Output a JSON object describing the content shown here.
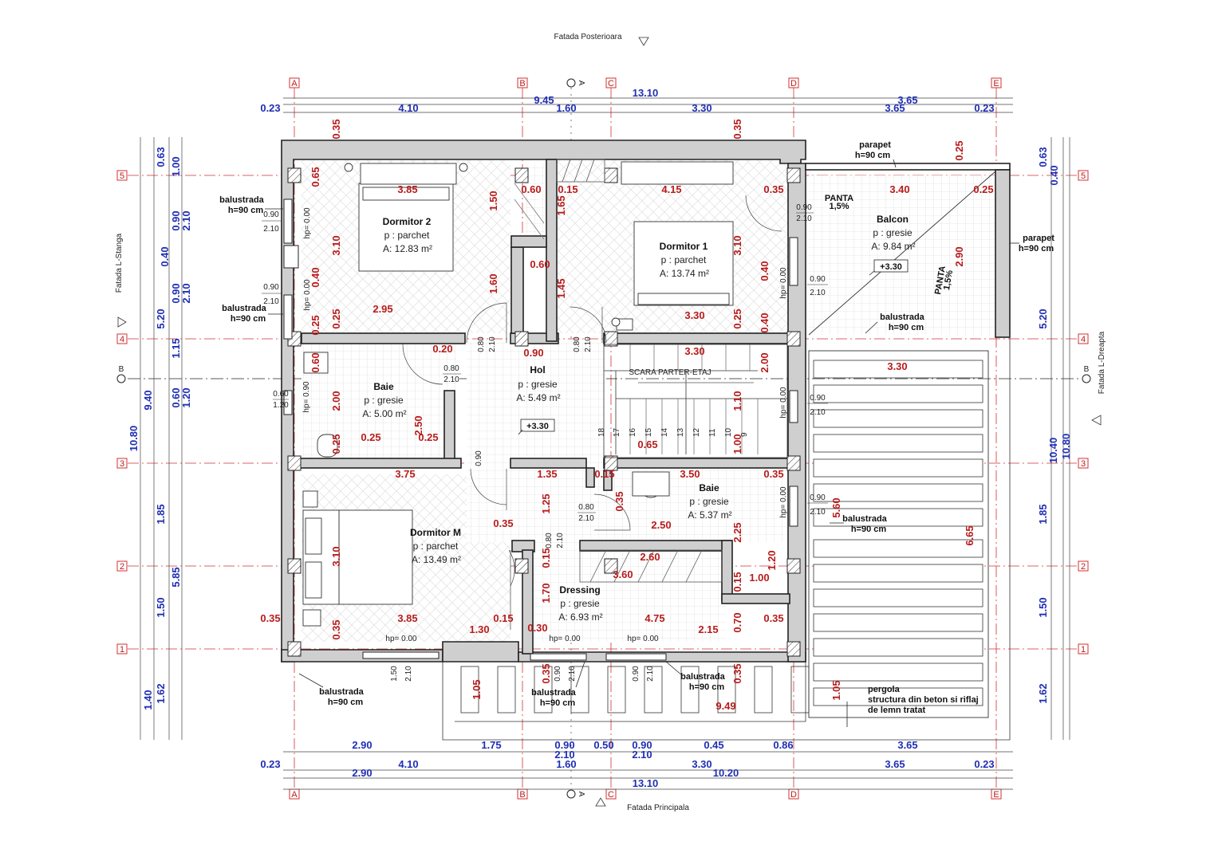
{
  "facades": {
    "rear": "Fatada Posterioara",
    "front": "Fatada Principala",
    "left": "Fatada L-Stanga",
    "right": "Fatada L-Dreapta"
  },
  "axes": {
    "vertical": [
      "A",
      "B",
      "C",
      "D",
      "E"
    ],
    "horizontal": [
      "5",
      "4",
      "3",
      "2",
      "1"
    ],
    "section_a": "A",
    "section_b": "B"
  },
  "rooms": [
    {
      "name": "Dormitor 2",
      "floor": "p : parchet",
      "area": "A: 12.83 m²"
    },
    {
      "name": "Dormitor 1",
      "floor": "p : parchet",
      "area": "A: 13.74 m²"
    },
    {
      "name": "Balcon",
      "floor": "p : gresie",
      "area": "A: 9.84 m²"
    },
    {
      "name": "Hol",
      "floor": "p : gresie",
      "area": "A: 5.49 m²"
    },
    {
      "name": "Baie",
      "floor": "p : gresie",
      "area": "A: 5.00 m²"
    },
    {
      "name": "Baie",
      "floor": "p : gresie",
      "area": "A: 5.37 m²"
    },
    {
      "name": "Dormitor M",
      "floor": "p : parchet",
      "area": "A: 13.49 m²"
    },
    {
      "name": "Dressing",
      "floor": "p : gresie",
      "area": "A: 6.93 m²"
    }
  ],
  "levels": {
    "upper": "+3.30",
    "hall": "+3.30"
  },
  "notes": {
    "parapet_label": "parapet",
    "parapet_height": "h=90 cm",
    "balustrada_label": "balustrada",
    "balustrada_height": "h=90 cm",
    "panta_label": "PANTA",
    "panta_value": "1,5%",
    "stair_label": "SCARA PARTER-ETAJ",
    "pergola_1": "pergola",
    "pergola_2": "structura din beton si riflaj",
    "pergola_3": "de lemn tratat",
    "hp_sill": "hp= 0.00",
    "hp_sill_090": "hp= 0.90"
  },
  "top_dims": {
    "overall": "13.10",
    "left_span": "9.45",
    "right_span": "3.65",
    "row2": [
      "0.23",
      "4.10",
      "1.60",
      "3.30",
      "3.65",
      "0.23"
    ]
  },
  "bottom_dims": {
    "row1": [
      "2.90",
      "1.75",
      "0.90",
      "0.50",
      "0.90",
      "0.45",
      "0.86",
      "3.65"
    ],
    "row1_sub": [
      "2.10",
      "2.10"
    ],
    "row2": [
      "0.23",
      "4.10",
      "1.60",
      "3.30",
      "3.65",
      "0.23"
    ],
    "row3": [
      "2.90",
      "10.20"
    ],
    "overall": "13.10"
  },
  "left_dims": {
    "outer": [
      "10.80"
    ],
    "mid": [
      "9.40",
      "1.40"
    ],
    "inner1": [
      "0.63",
      "5.20",
      "1.85",
      "1.50",
      "1.62"
    ],
    "inner2": [
      "1.00",
      "0.90",
      "0.40",
      "0.90",
      "1.15",
      "0.60",
      "5.85"
    ],
    "inner3": [
      "2.10",
      "2.10",
      "1.20"
    ]
  },
  "right_dims": {
    "outer": [
      "10.80"
    ],
    "mid": [
      "10.40"
    ],
    "inner1": [
      "0.63",
      "5.20",
      "1.85",
      "1.50",
      "1.62"
    ],
    "inner2": [
      "0.40"
    ]
  },
  "red_dims": [
    "0.35",
    "0.35",
    "0.25",
    "0.65",
    "3.85",
    "0.60",
    "0.15",
    "4.15",
    "0.35",
    "3.40",
    "0.25",
    "1.50",
    "1.65",
    "3.10",
    "3.10",
    "2.90",
    "0.60",
    "0.40",
    "1.60",
    "1.45",
    "0.40",
    "2.95",
    "0.25",
    "0.25",
    "3.30",
    "0.25",
    "0.40",
    "0.20",
    "0.90",
    "3.30",
    "3.30",
    "0.65",
    "0.60",
    "2.00",
    "2.00",
    "1.10",
    "2.50",
    "0.25",
    "0.25",
    "0.25",
    "1.00",
    "3.75",
    "1.35",
    "0.15",
    "3.50",
    "0.35",
    "0.35",
    "1.25",
    "5.60",
    "6.65",
    "0.35",
    "2.50",
    "3.10",
    "0.15",
    "2.60",
    "3.60",
    "2.25",
    "1.20",
    "1.00",
    "0.15",
    "1.70",
    "0.35",
    "3.85",
    "0.15",
    "4.75",
    "0.70",
    "0.35",
    "1.30",
    "0.30",
    "2.15",
    "1.05",
    "0.35",
    "0.35",
    "9.49",
    "1.05"
  ],
  "openings": {
    "w090_210": [
      "0.90",
      "2.10"
    ],
    "w080_210": [
      "0.80",
      "2.10"
    ],
    "w060_120": [
      "0.60",
      "1.20"
    ],
    "w150_210": [
      "1.50",
      "2.10"
    ],
    "d090": "0.90",
    "d210": "2.10"
  },
  "stair_steps": [
    "18",
    "17",
    "16",
    "15",
    "14",
    "13",
    "12",
    "11",
    "10",
    "9"
  ]
}
